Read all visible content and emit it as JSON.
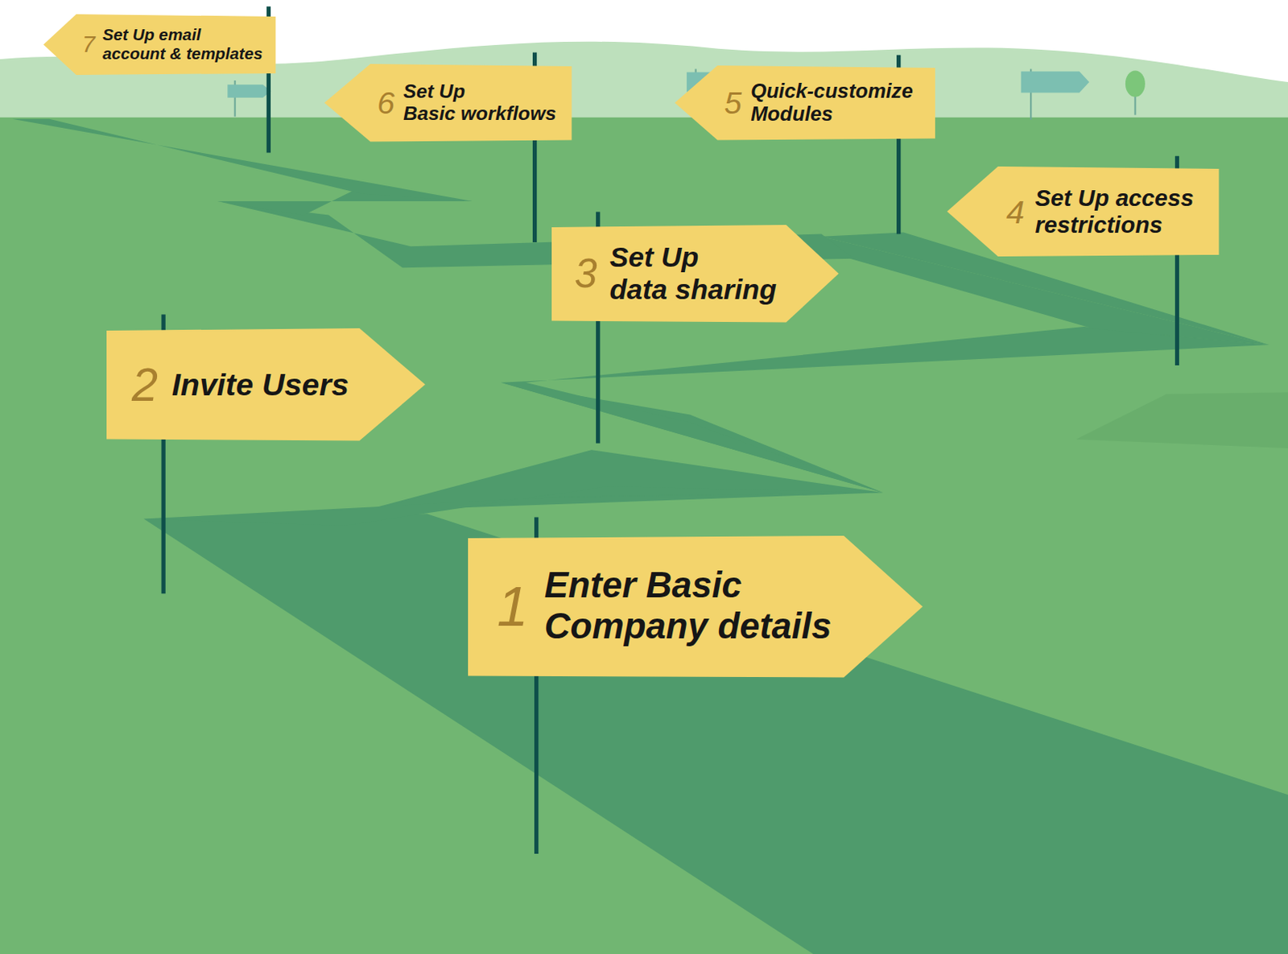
{
  "diagram": {
    "nodes": [
      {
        "text": [
          "1",
          "Enter Basic Company details"
        ]
      },
      {
        "text": [
          "2",
          "Invite Users"
        ]
      },
      {
        "text": [
          "3",
          "Set Up data sharing"
        ]
      },
      {
        "text": [
          "4",
          "Set Up access restrictions"
        ]
      },
      {
        "text": [
          "5",
          "Quick-customize Modules"
        ]
      },
      {
        "text": [
          "6",
          "Set Up Basic workflows"
        ]
      },
      {
        "text": [
          "7",
          "Set Up email account & templates"
        ]
      }
    ]
  }
}
